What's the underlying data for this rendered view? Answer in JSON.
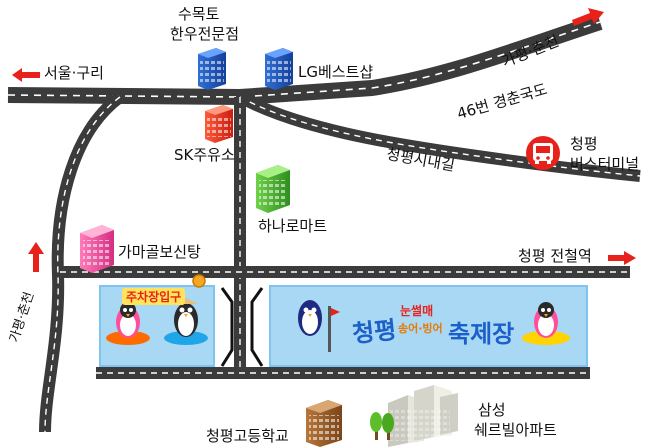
{
  "labels": {
    "sumokto": "수목토",
    "hanwoo": "한우전문점",
    "lg": "LG베스트샵",
    "sk": "SK주유소",
    "hanaro": "하나로마트",
    "gamagol": "가마골보신탕",
    "seoul": "서울·구리",
    "gapyeong_top": "가평·춘천",
    "route46": "46번 경춘국도",
    "naegil": "청평시내길",
    "bus_1": "청평",
    "bus_2": "버스터미널",
    "station": "청평 전철역",
    "gapyeong_left": "가평·춘천",
    "entrance": "주차장입구",
    "school": "청평고등학교",
    "samsung_1": "삼성",
    "samsung_2": "쉐르빌아파트"
  },
  "festival": {
    "main_a": "청평",
    "main_b": "축제장",
    "sub_top": "눈썰매",
    "sub_bottom": "송어·빙어"
  },
  "colors": {
    "road": "#3b3b3b",
    "road_mark": "#ffffff",
    "arrow": "#e8211b",
    "festival_bg": "#a9d8f5",
    "festival_border": "#7fc4ee",
    "entrance_marker": "#f5a623"
  },
  "icons": [
    "building-icon",
    "gas-station-icon",
    "bus-icon",
    "penguin-icon",
    "apartment-icon",
    "tree-icon",
    "direction-arrow-icon"
  ]
}
